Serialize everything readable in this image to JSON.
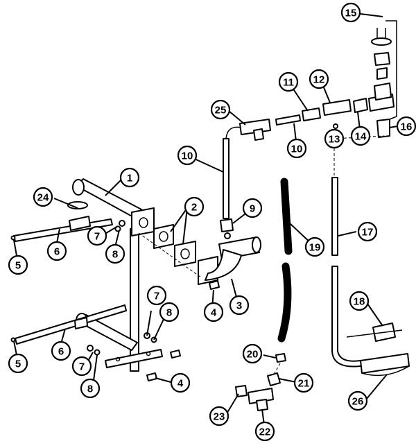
{
  "callouts": [
    {
      "label": "1"
    },
    {
      "label": "2"
    },
    {
      "label": "3"
    },
    {
      "label": "4"
    },
    {
      "label": "4"
    },
    {
      "label": "5"
    },
    {
      "label": "5"
    },
    {
      "label": "6"
    },
    {
      "label": "6"
    },
    {
      "label": "7"
    },
    {
      "label": "7"
    },
    {
      "label": "7"
    },
    {
      "label": "8"
    },
    {
      "label": "8"
    },
    {
      "label": "8"
    },
    {
      "label": "9"
    },
    {
      "label": "10"
    },
    {
      "label": "10"
    },
    {
      "label": "11"
    },
    {
      "label": "12"
    },
    {
      "label": "13"
    },
    {
      "label": "14"
    },
    {
      "label": "15"
    },
    {
      "label": "16"
    },
    {
      "label": "17"
    },
    {
      "label": "18"
    },
    {
      "label": "19"
    },
    {
      "label": "20"
    },
    {
      "label": "21"
    },
    {
      "label": "22"
    },
    {
      "label": "23"
    },
    {
      "label": "24"
    },
    {
      "label": "25"
    },
    {
      "label": "26"
    }
  ]
}
